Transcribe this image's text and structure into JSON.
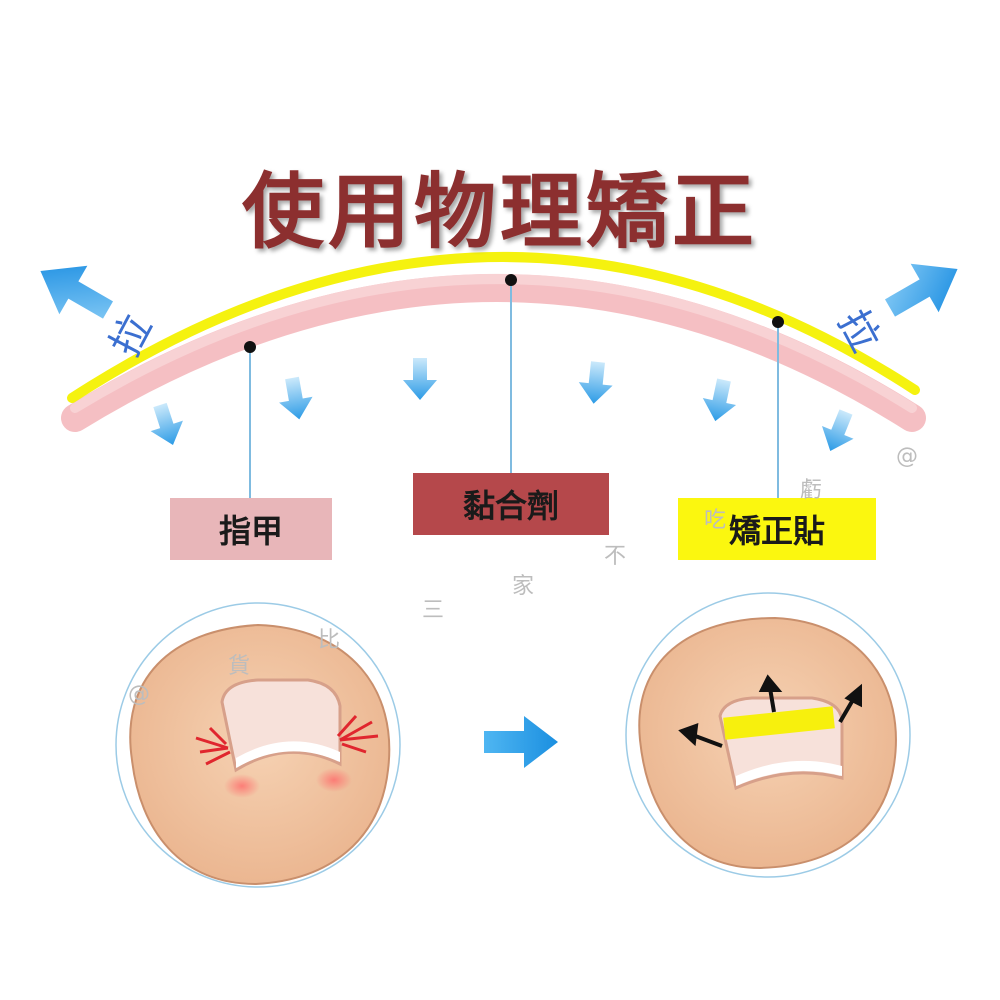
{
  "title": "使用物理矯正",
  "pull_label": "拉",
  "labels": {
    "nail": "指甲",
    "adhesive": "黏合劑",
    "patch": "矯正貼"
  },
  "watermark": [
    "@",
    "貨",
    "比",
    "三",
    "家",
    "不",
    "吃",
    "虧",
    "@"
  ],
  "colors": {
    "title": "#8c2f2f",
    "patch_yellow": "#fbf70f",
    "nail_pink": "#e8b6b9",
    "adhesive_red": "#b5484b",
    "arrow_blue": "#2f9de8",
    "pull_text": "#3b6fd0",
    "skin": "#f2c7a4"
  }
}
